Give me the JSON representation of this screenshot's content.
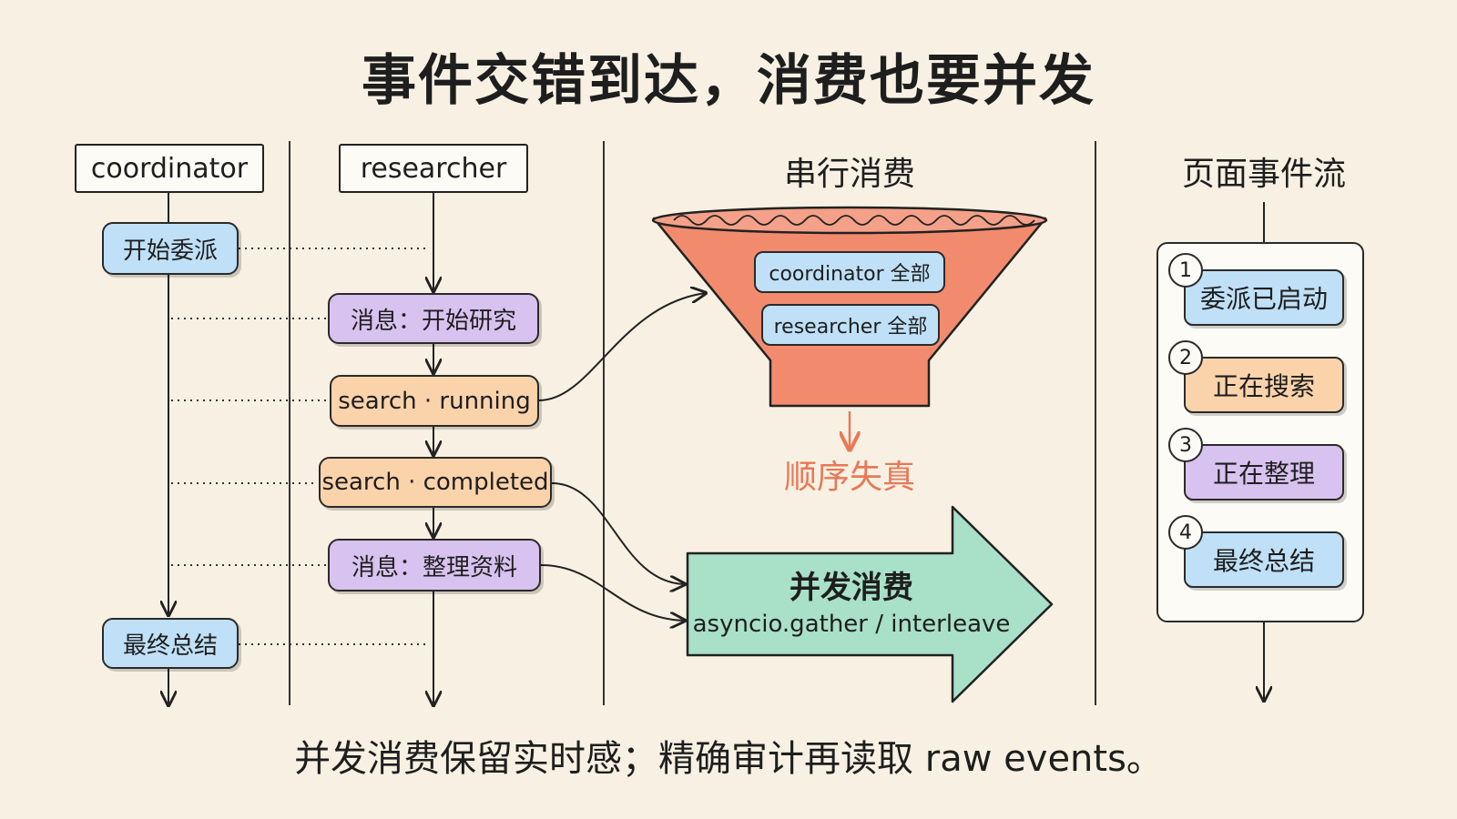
{
  "title": "事件交错到达，消费也要并发",
  "lanes": {
    "coordinator": "coordinator",
    "researcher": "researcher"
  },
  "coordinator_events": [
    "开始委派",
    "最终总结"
  ],
  "researcher_events": [
    "消息：开始研究",
    "search · running",
    "search · completed",
    "消息：整理资料"
  ],
  "serial": {
    "label": "串行消费",
    "items": [
      "coordinator 全部",
      "researcher 全部"
    ],
    "result": "顺序失真"
  },
  "concurrent": {
    "label": "并发消费",
    "sub": "asyncio.gather / interleave"
  },
  "page_stream": {
    "label": "页面事件流",
    "steps": [
      {
        "num": "1",
        "label": "委派已启动",
        "color": "#bfe0f7"
      },
      {
        "num": "2",
        "label": "正在搜索",
        "color": "#fbd3ab"
      },
      {
        "num": "3",
        "label": "正在整理",
        "color": "#d8c2ef"
      },
      {
        "num": "4",
        "label": "最终总结",
        "color": "#bfe0f7"
      }
    ]
  },
  "footer": "并发消费保留实时感；精确审计再读取 raw events。",
  "colors": {
    "blue": "#bfe0f7",
    "purple": "#d8c2ef",
    "orange": "#fbd3ab",
    "funnel": "#f28b6e",
    "arrow": "#a8e0c8",
    "distortion": "#e87857"
  }
}
